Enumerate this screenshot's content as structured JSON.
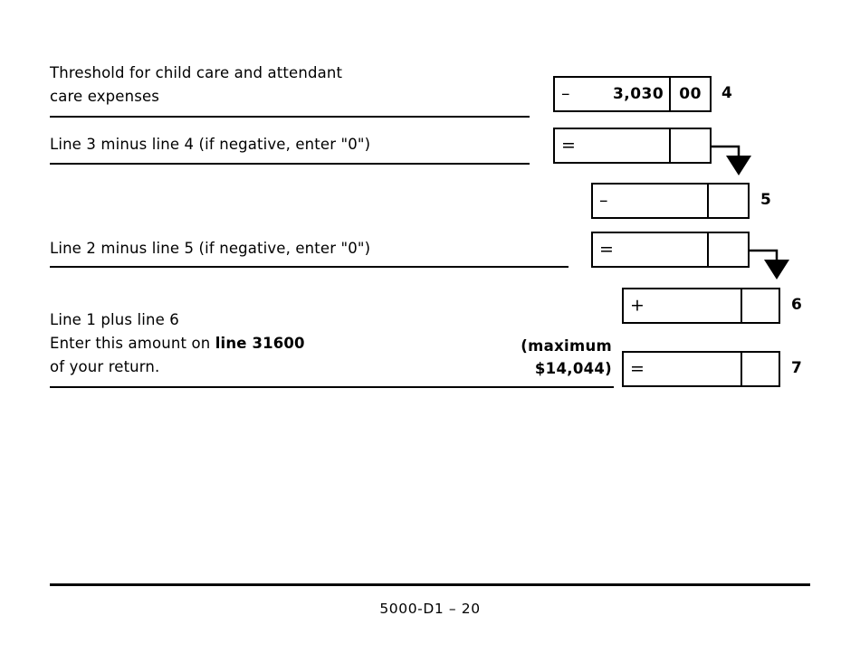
{
  "document": {
    "form_code": "5000-D1 – 20"
  },
  "rows": [
    {
      "id": "row-4",
      "label": "Threshold for child care and attendant\ncare expenses",
      "operator": "–",
      "operator_name": "minus-sign",
      "dollars": "3,030",
      "cents": "00",
      "line_number": "4"
    },
    {
      "id": "row-line3-minus-4",
      "label": "Line 3 minus line 4 (if negative, enter \"0\")",
      "operator": "=",
      "operator_name": "equals-sign",
      "dollars": "",
      "cents": "",
      "line_number": ""
    },
    {
      "id": "row-5",
      "label": "",
      "operator": "–",
      "operator_name": "minus-sign",
      "dollars": "",
      "cents": "",
      "line_number": "5"
    },
    {
      "id": "row-line2-minus-5",
      "label": "Line 2 minus line 5 (if negative, enter \"0\")",
      "operator": "=",
      "operator_name": "equals-sign",
      "dollars": "",
      "cents": "",
      "line_number": ""
    },
    {
      "id": "row-6",
      "label": "",
      "operator": "+",
      "operator_name": "plus-sign",
      "dollars": "",
      "cents": "",
      "line_number": "6"
    },
    {
      "id": "row-7",
      "label": "Line 1 plus line 6\nEnter this amount on ",
      "label_bold": "line 31600",
      "label_tail": "\nof your return.",
      "operator": "=",
      "operator_name": "equals-sign",
      "dollars": "",
      "cents": "",
      "line_number": "7",
      "note": "(maximum\n$14,044)"
    }
  ],
  "colors": {
    "ink": "#000000",
    "paper": "#ffffff"
  }
}
